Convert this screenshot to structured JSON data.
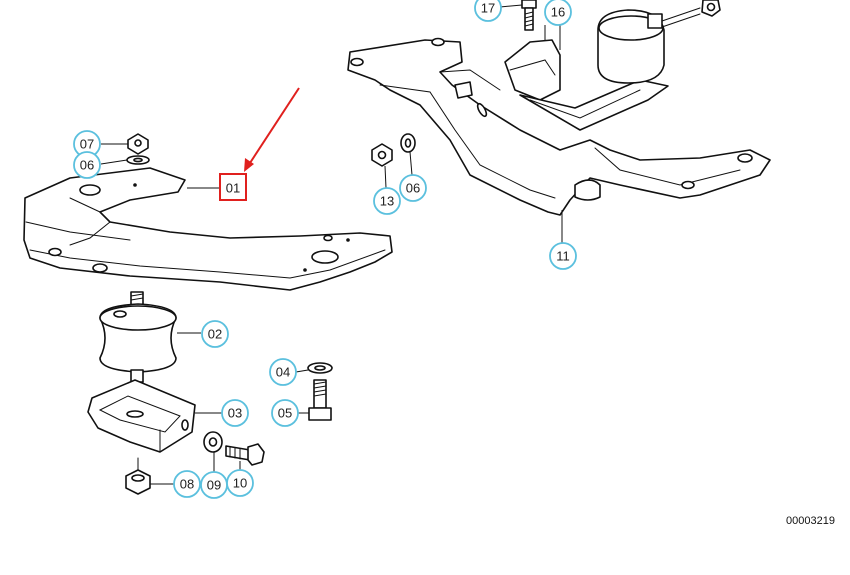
{
  "diagram": {
    "reference_number": "00003219",
    "highlighted_part": "01",
    "highlight_color": "#e0201e",
    "callout_color": "#5bc0de",
    "callouts": {
      "c01": "01",
      "c02": "02",
      "c03": "03",
      "c04": "04",
      "c05": "05",
      "c06a": "06",
      "c06b": "06",
      "c07": "07",
      "c08": "08",
      "c09": "09",
      "c10": "10",
      "c11": "11",
      "c13": "13",
      "c16": "16",
      "c17": "17"
    }
  }
}
